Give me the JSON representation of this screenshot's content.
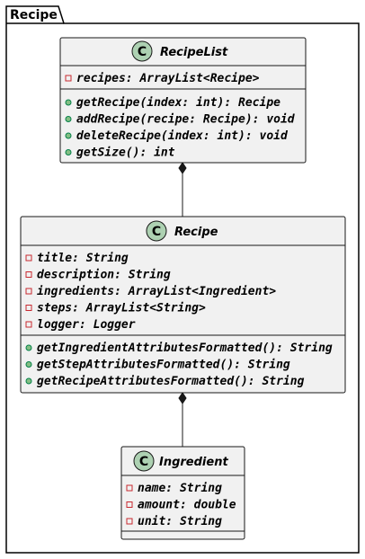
{
  "package": {
    "name": "Recipe"
  },
  "classes": {
    "recipe_list": {
      "stereotype_letter": "C",
      "name": "RecipeList",
      "attributes": [
        {
          "visibility": "private",
          "text": "recipes: ArrayList<Recipe>"
        }
      ],
      "methods": [
        {
          "visibility": "public",
          "text": "getRecipe(index: int): Recipe"
        },
        {
          "visibility": "public",
          "text": "addRecipe(recipe: Recipe): void"
        },
        {
          "visibility": "public",
          "text": "deleteRecipe(index: int): void"
        },
        {
          "visibility": "public",
          "text": "getSize(): int"
        }
      ]
    },
    "recipe": {
      "stereotype_letter": "C",
      "name": "Recipe",
      "attributes": [
        {
          "visibility": "private",
          "text": "title: String"
        },
        {
          "visibility": "private",
          "text": "description: String"
        },
        {
          "visibility": "private",
          "text": "ingredients: ArrayList<Ingredient>"
        },
        {
          "visibility": "private",
          "text": "steps: ArrayList<String>"
        },
        {
          "visibility": "private",
          "text": "logger: Logger"
        }
      ],
      "methods": [
        {
          "visibility": "public",
          "text": "getIngredientAttributesFormatted(): String"
        },
        {
          "visibility": "public",
          "text": "getStepAttributesFormatted(): String"
        },
        {
          "visibility": "public",
          "text": "getRecipeAttributesFormatted(): String"
        }
      ]
    },
    "ingredient": {
      "stereotype_letter": "C",
      "name": "Ingredient",
      "attributes": [
        {
          "visibility": "private",
          "text": "name: String"
        },
        {
          "visibility": "private",
          "text": "amount: double"
        },
        {
          "visibility": "private",
          "text": "unit: String"
        }
      ],
      "methods": []
    }
  },
  "relations": [
    {
      "type": "composition",
      "whole": "RecipeList",
      "part": "Recipe"
    },
    {
      "type": "composition",
      "whole": "Recipe",
      "part": "Ingredient"
    }
  ],
  "colors": {
    "class_fill": "#f1f1f1",
    "class_border": "#181818",
    "circle_fill": "#add1b2",
    "private_marker": "#c82930",
    "public_fill": "#84be84",
    "public_stroke": "#038048",
    "line": "#181818"
  }
}
